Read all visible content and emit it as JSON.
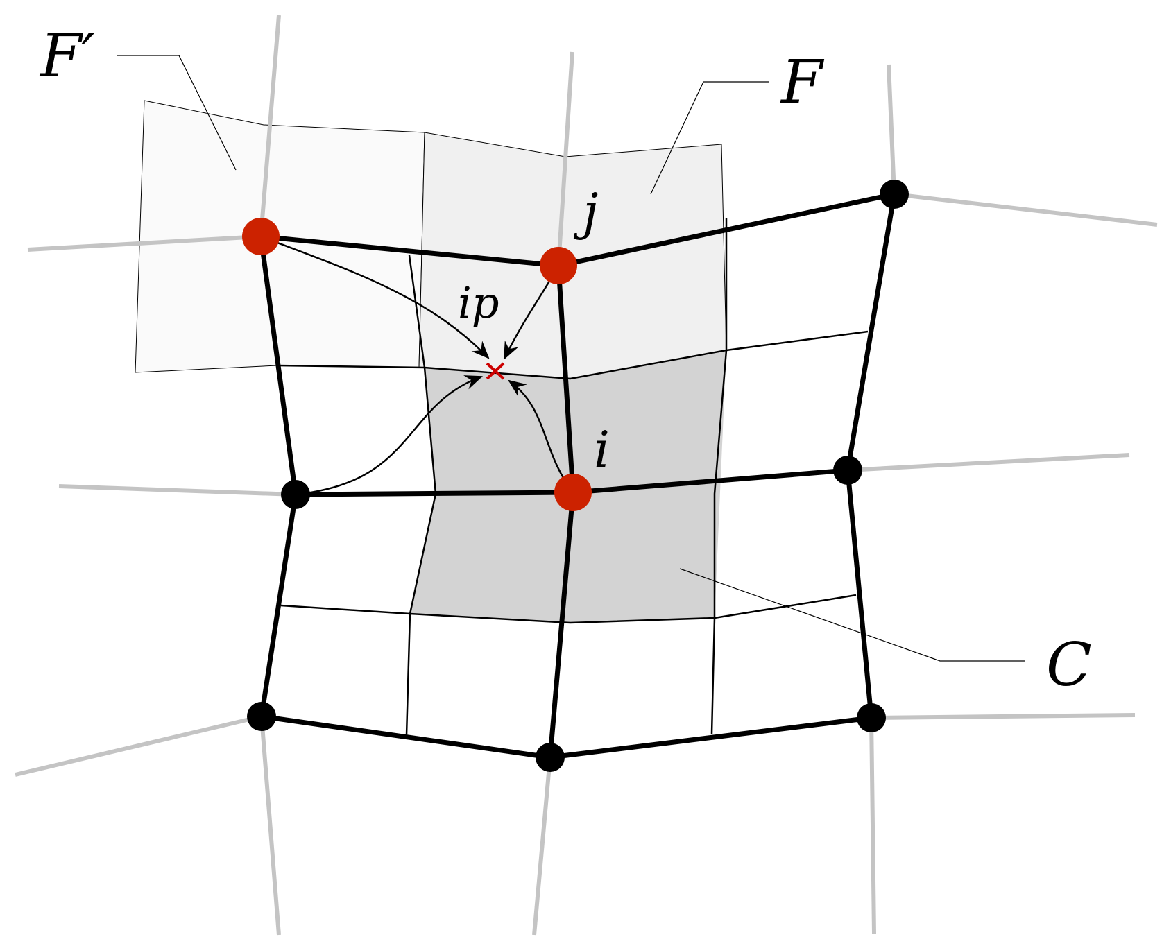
{
  "labels": {
    "f_prime": "F′",
    "f": "F",
    "c": "C",
    "i": "i",
    "j": "j",
    "ip": "ip"
  },
  "colors": {
    "background": "#ffffff",
    "outer_grid": "#c4c4c4",
    "primary_edge": "#000000",
    "control_volume_c": "#d3d3d3",
    "face_region_f": "#f0f0f0",
    "face_region_f_prime": "#fafafa",
    "highlighted_node": "#cc2200",
    "integration_point": "#cc0000"
  }
}
